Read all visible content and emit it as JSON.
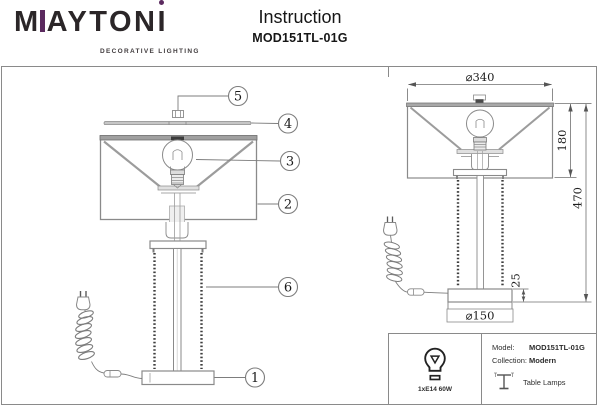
{
  "brand": {
    "wordmark_m": "M",
    "wordmark_mid": "AYTON",
    "wordmark_i": "I",
    "tagline": "DECORATIVE LIGHTING",
    "accent_color": "#5b2a5f"
  },
  "header": {
    "title": "Instruction",
    "model": "MOD151TL-01G"
  },
  "callouts": {
    "c1": "1",
    "c2": "2",
    "c3": "3",
    "c4": "4",
    "c5": "5",
    "c6": "6"
  },
  "dimensions": {
    "shade_diameter": "⌀340",
    "shade_height": "180",
    "total_height": "470",
    "base_height": "25",
    "base_diameter": "⌀150"
  },
  "spec": {
    "model_label": "Model:",
    "model_value": "MOD151TL-01G",
    "collection_label": "Collection:",
    "collection_value": "Modern",
    "category": "Table Lamps",
    "bulb": "1xE14 60W"
  }
}
